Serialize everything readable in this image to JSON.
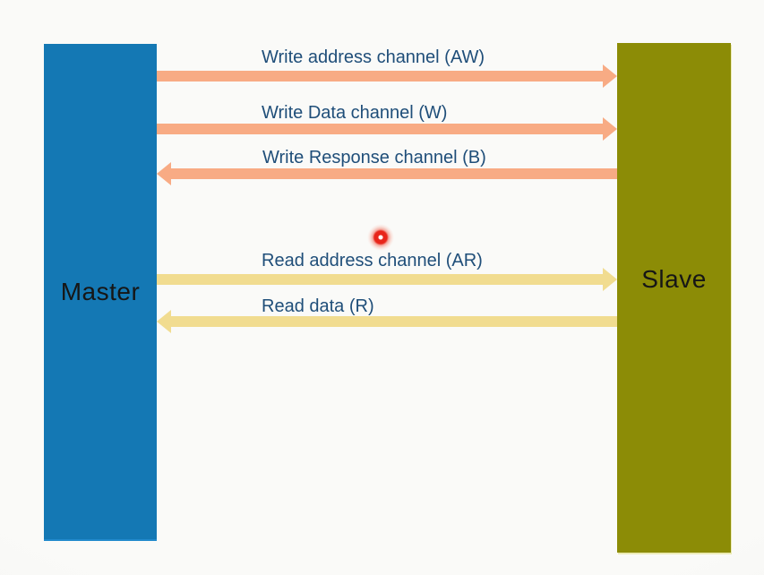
{
  "blocks": {
    "master": "Master",
    "slave": "Slave"
  },
  "channels": [
    {
      "id": "AW",
      "label": "Write address channel (AW)",
      "direction": "master-to-slave",
      "group": "write"
    },
    {
      "id": "W",
      "label": "Write Data channel (W)",
      "direction": "master-to-slave",
      "group": "write"
    },
    {
      "id": "B",
      "label": "Write Response channel (B)",
      "direction": "slave-to-master",
      "group": "write"
    },
    {
      "id": "AR",
      "label": "Read address channel (AR)",
      "direction": "master-to-slave",
      "group": "read"
    },
    {
      "id": "R",
      "label": "Read data (R)",
      "direction": "slave-to-master",
      "group": "read"
    }
  ],
  "colors": {
    "background": "#fafaf8",
    "master-block": "#1478b4",
    "slave-block": "#8c8c06",
    "write-arrow": "#f8ab84",
    "read-arrow": "#f1dc90",
    "label-text": "#1f4e79",
    "block-text": "#161616",
    "laser-red": "#e8251a"
  }
}
